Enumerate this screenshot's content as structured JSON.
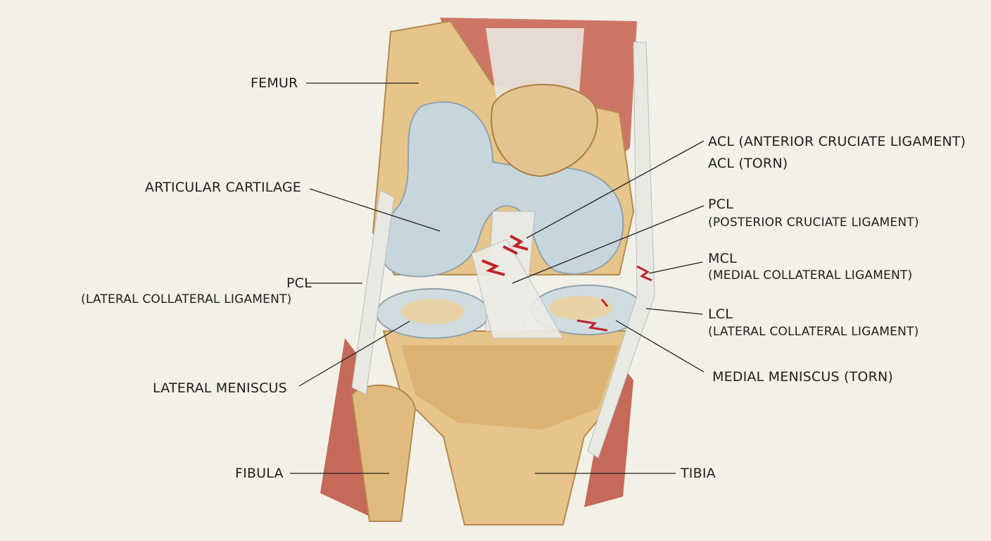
{
  "labels": {
    "femur": "FEMUR",
    "articular_cartilage": "ARTICULAR CARTILAGE",
    "left_pcl": "PCL",
    "left_pcl_sub": "(LATERAL COLLATERAL LIGAMENT)",
    "lateral_meniscus": "LATERAL MENISCUS",
    "fibula": "FIBULA",
    "tibia": "TIBIA",
    "acl": "ACL (ANTERIOR CRUCIATE LIGAMENT)",
    "acl_torn": "ACL (TORN)",
    "pcl": "PCL",
    "pcl_sub": "(POSTERIOR CRUCIATE LIGAMENT)",
    "mcl": "MCL",
    "mcl_sub": "(MEDIAL COLLATERAL LIGAMENT)",
    "lcl": "LCL",
    "lcl_sub": "(LATERAL COLLATERAL LIGAMENT)",
    "medial_meniscus": "MEDIAL MENISCUS (TORN)"
  },
  "colors": {
    "background": "#f2f0e7",
    "bone": "#e6c48a",
    "cartilage": "#c7d6dc",
    "muscle": "#c8604f",
    "ligament": "#e9e9e4",
    "tear": "#c0242a"
  }
}
